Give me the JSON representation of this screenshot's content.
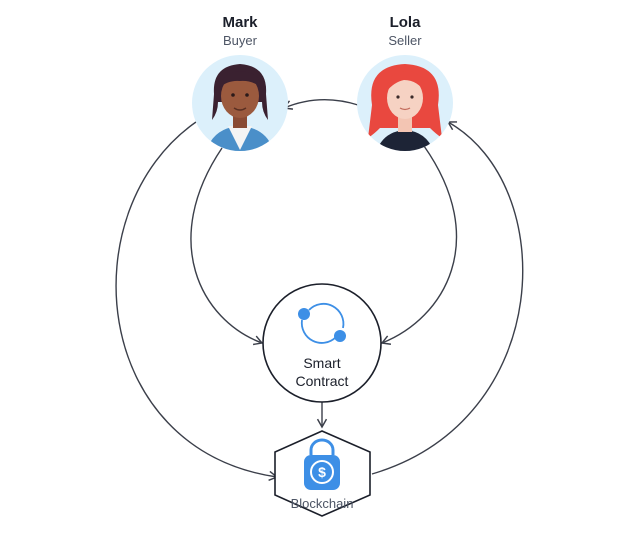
{
  "participants": {
    "buyer": {
      "name": "Mark",
      "role": "Buyer"
    },
    "seller": {
      "name": "Lola",
      "role": "Seller"
    }
  },
  "contract": {
    "line1": "Smart",
    "line2": "Contract"
  },
  "blockchain": {
    "label": "Blockchain",
    "icon": "dollar-lock-icon"
  },
  "colors": {
    "line": "#3b3f4a",
    "avatar_bg": "#dcf0fb",
    "accent": "#3d8fe6"
  }
}
